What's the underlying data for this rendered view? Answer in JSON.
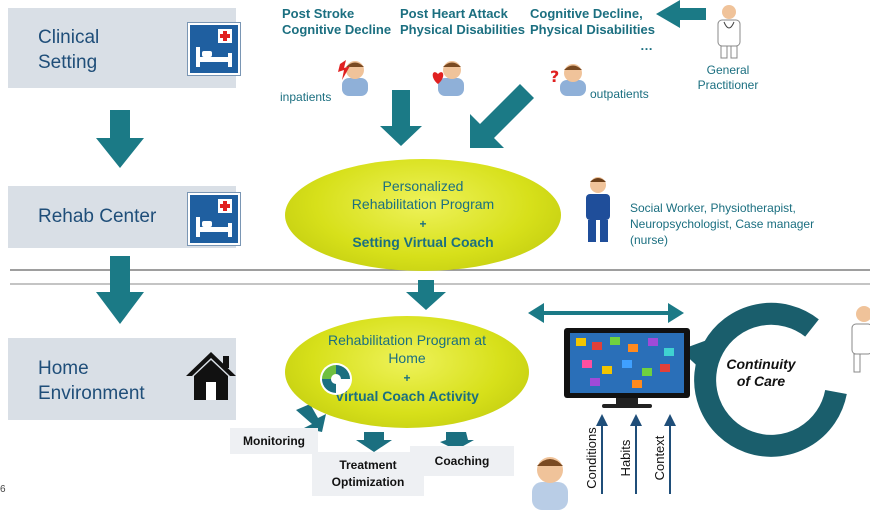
{
  "settings": {
    "clinical": "Clinical\nSetting",
    "rehab": "Rehab Center",
    "home": "Home\nEnvironment"
  },
  "conditions": {
    "stroke": "Post Stroke\nCognitive Decline",
    "heart": "Post Heart Attack\nPhysical Disabilities",
    "cognitive": "Cognitive Decline,\nPhysical Disabilities",
    "more": "…"
  },
  "patients": {
    "inpatients": "inpatients",
    "outpatients": "outpatients"
  },
  "gp": "General\nPractitioner",
  "program1": {
    "line1": "Personalized",
    "line2": "Rehabilitation Program",
    "plus": "+",
    "line3": "Setting Virtual Coach"
  },
  "team": "Social Worker, Physiotherapist,\nNeuropsychologist, Case manager\n(nurse)",
  "program2": {
    "line1": "Rehabilitation Program at",
    "line2": "Home",
    "plus": "+",
    "line3": "Virtual Coach Activity"
  },
  "outputs": {
    "monitoring": "Monitoring",
    "treatment": "Treatment\nOptimization",
    "coaching": "Coaching"
  },
  "inputs": [
    "Conditions",
    "Habits",
    "Context"
  ],
  "continuity": "Continuity\nof Care",
  "page_number": "6",
  "colors": {
    "teal": "#1b6f80",
    "panel": "#d9dfe6",
    "ellipse": "#d7e01a",
    "navy": "#1f4e79",
    "continuity": "#1a5e6c"
  }
}
